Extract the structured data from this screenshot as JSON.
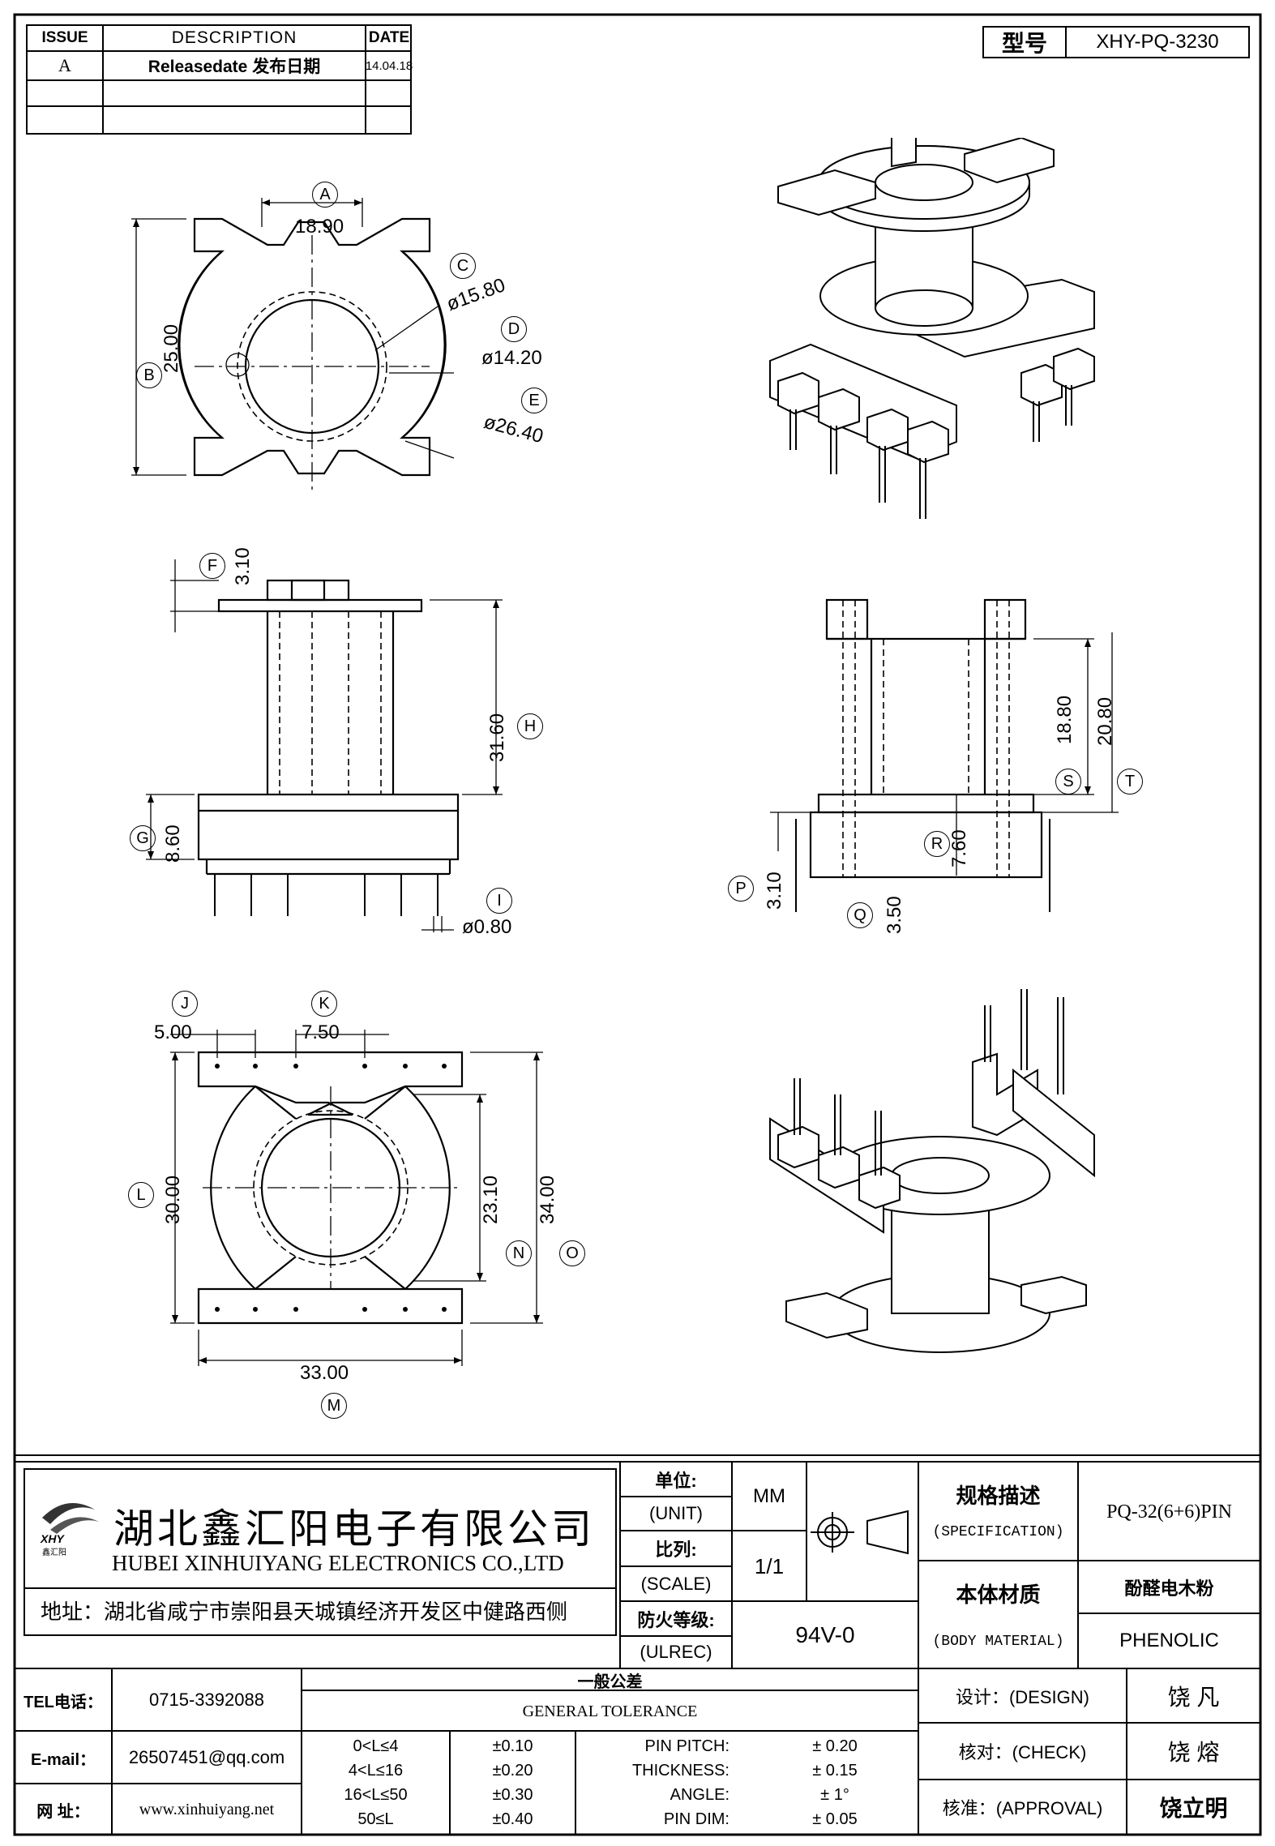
{
  "revision_table": {
    "headers": [
      "ISSUE",
      "DESCRIPTION",
      "DATE"
    ],
    "rows": [
      {
        "issue": "A",
        "description": "Releasedate 发布日期",
        "date": "14.04.18"
      }
    ]
  },
  "model": {
    "label": "型号",
    "value": "XHY-PQ-3230"
  },
  "top_view": {
    "A": "A",
    "A_dim": "18.90",
    "B": "B",
    "B_dim": "25.00",
    "C": "C",
    "C_dim": "ø15.80",
    "D": "D",
    "D_dim": "ø14.20",
    "E": "E",
    "E_dim": "ø26.40"
  },
  "front_view": {
    "F": "F",
    "F_dim": "3.10",
    "H": "H",
    "H_dim": "31.60",
    "G": "G",
    "G_dim": "8.60",
    "I": "I",
    "I_dim": "ø0.80"
  },
  "side_view": {
    "S": "S",
    "S_dim": "18.80",
    "T": "T",
    "T_dim": "20.80",
    "R": "R",
    "R_dim": "7.60",
    "P": "P",
    "P_dim": "3.10",
    "Q": "Q",
    "Q_dim": "3.50"
  },
  "bottom_view": {
    "J": "J",
    "J_dim": "5.00",
    "K": "K",
    "K_dim": "7.50",
    "L": "L",
    "L_dim": "30.00",
    "N": "N",
    "N_dim": "23.10",
    "O": "O",
    "O_dim": "34.00",
    "M": "M",
    "M_dim": "33.00"
  },
  "company": {
    "name_cn": "湖北鑫汇阳电子有限公司",
    "name_en": "HUBEI XINHUIYANG ELECTRONICS CO.,LTD",
    "logo_text": "XHY",
    "logo_sub": "鑫汇阳",
    "address": "地址：湖北省咸宁市崇阳县天城镇经济开发区中健路西侧"
  },
  "title_block": {
    "unit_cn": "单位:",
    "unit_en": "(UNIT)",
    "unit_val": "MM",
    "scale_cn": "比列:",
    "scale_en": "(SCALE)",
    "scale_val": "1/1",
    "fire_cn": "防火等级:",
    "fire_en": "(ULREC)",
    "fire_val": "94V-0",
    "spec_cn": "规格描述",
    "spec_en": "(SPECIFICATION)",
    "spec_val": "PQ-32(6+6)PIN",
    "mat_cn": "本体材质",
    "mat_en": "(BODY MATERIAL)",
    "mat_val_cn": "酚醛电木粉",
    "mat_val_en": "PHENOLIC",
    "design_label": "设计：(DESIGN)",
    "design_val": "饶  凡",
    "check_label": "核对：(CHECK)",
    "check_val": "饶  熔",
    "approval_label": "核准：(APPROVAL)",
    "approval_val": "饶立明"
  },
  "contact": {
    "tel_label": "TEL电话：",
    "tel": "0715-3392088",
    "email_label": "E-mail：",
    "email": "26507451@qq.com",
    "web_label": "网  址：",
    "web": "www.xinhuiyang.net"
  },
  "tolerance": {
    "title_cn": "一般公差",
    "title_en": "GENERAL TOLERANCE",
    "ranges": [
      {
        "range": "0<L≤4",
        "tol": "±0.10",
        "name": "PIN PITCH:",
        "val": "±  0.20"
      },
      {
        "range": "4<L≤16",
        "tol": "±0.20",
        "name": "THICKNESS:",
        "val": "±  0.15"
      },
      {
        "range": "16<L≤50",
        "tol": "±0.30",
        "name": "ANGLE:",
        "val": "±  1°"
      },
      {
        "range": "50≤L",
        "tol": "±0.40",
        "name": "PIN DIM:",
        "val": "±  0.05"
      }
    ]
  }
}
